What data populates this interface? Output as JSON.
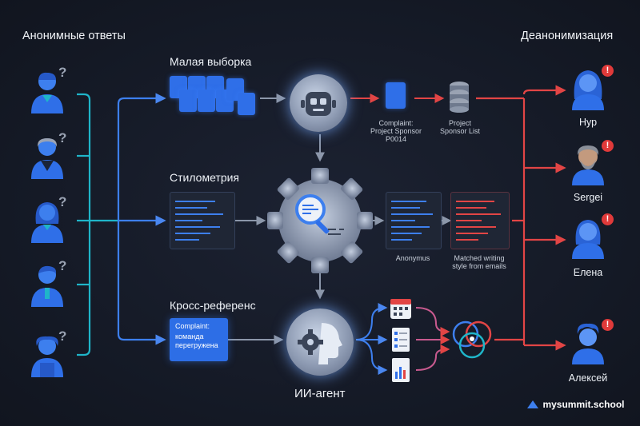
{
  "titles": {
    "left": "Анонимные ответы",
    "right": "Деанонимизация"
  },
  "sections": {
    "small_sample": "Малая выборка",
    "stylometry": "Стилометрия",
    "cross_reference": "Кросс-референс"
  },
  "row1": {
    "complaint": "Complaint:\nProject Sponsor\nP0014",
    "sponsor_list": "Project\nSponsor List"
  },
  "row2": {
    "anonymous": "Anonymus",
    "matched": "Matched writing\nstyle from emails"
  },
  "row3": {
    "card_title": "Complaint:",
    "card_text": "команда\nперегружена"
  },
  "ai_agent": "ИИ-агент",
  "people": [
    {
      "name": "Нур"
    },
    {
      "name": "Sergei"
    },
    {
      "name": "Елена"
    },
    {
      "name": "Алексей"
    }
  ],
  "anonymous_mark": "?",
  "alert_mark": "!",
  "brand": {
    "text": "mysummit.school"
  },
  "colors": {
    "background": "#161b26",
    "blue": "#2f6fe8",
    "teal": "#1fb5c9",
    "red": "#e03a3a"
  }
}
